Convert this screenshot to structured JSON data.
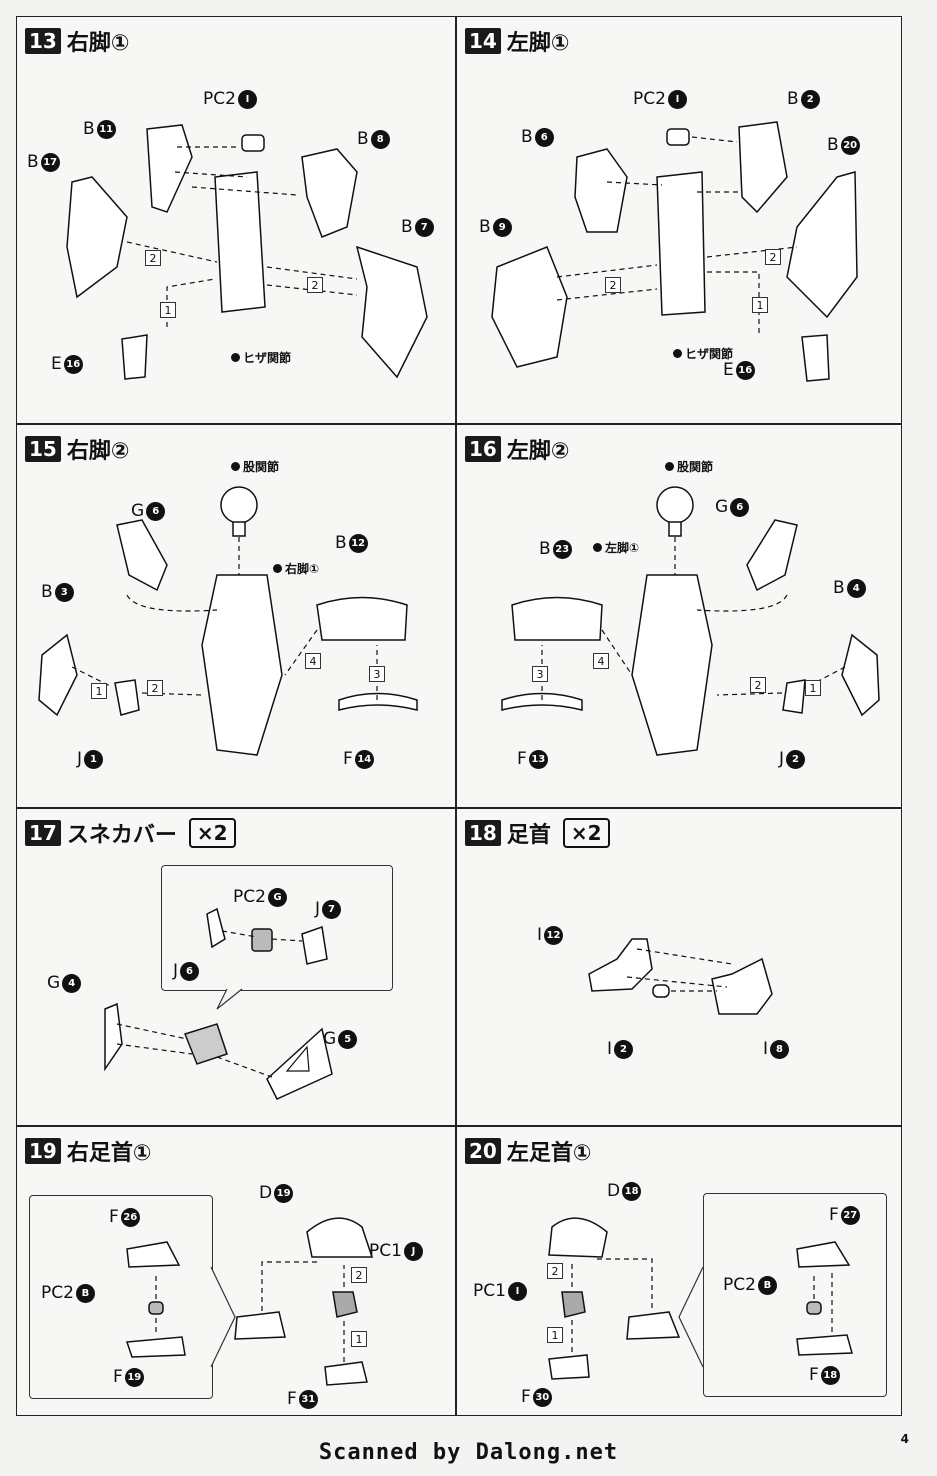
{
  "steps": [
    {
      "num": "13",
      "title": "右脚①",
      "note": "ヒザ関節",
      "labels": [
        {
          "p": "PC2",
          "n": "I"
        },
        {
          "p": "B",
          "n": "11"
        },
        {
          "p": "B",
          "n": "8"
        },
        {
          "p": "B",
          "n": "17"
        },
        {
          "p": "B",
          "n": "7"
        },
        {
          "p": "E",
          "n": "16"
        }
      ],
      "seq": [
        "2",
        "2",
        "1"
      ]
    },
    {
      "num": "14",
      "title": "左脚①",
      "note": "ヒザ関節",
      "labels": [
        {
          "p": "PC2",
          "n": "I"
        },
        {
          "p": "B",
          "n": "2"
        },
        {
          "p": "B",
          "n": "6"
        },
        {
          "p": "B",
          "n": "20"
        },
        {
          "p": "B",
          "n": "9"
        },
        {
          "p": "E",
          "n": "16"
        }
      ],
      "seq": [
        "2",
        "2",
        "1"
      ]
    },
    {
      "num": "15",
      "title": "右脚②",
      "note": "股関節",
      "note2": "右脚①",
      "labels": [
        {
          "p": "G",
          "n": "6"
        },
        {
          "p": "B",
          "n": "12"
        },
        {
          "p": "B",
          "n": "3"
        },
        {
          "p": "J",
          "n": "1"
        },
        {
          "p": "F",
          "n": "14"
        }
      ],
      "seq": [
        "4",
        "3",
        "1",
        "2"
      ]
    },
    {
      "num": "16",
      "title": "左脚②",
      "note": "股関節",
      "note2": "左脚①",
      "labels": [
        {
          "p": "G",
          "n": "6"
        },
        {
          "p": "B",
          "n": "23"
        },
        {
          "p": "B",
          "n": "4"
        },
        {
          "p": "F",
          "n": "13"
        },
        {
          "p": "J",
          "n": "2"
        }
      ],
      "seq": [
        "3",
        "4",
        "2",
        "1"
      ]
    },
    {
      "num": "17",
      "title": "スネカバー",
      "mult": "×2",
      "labels": [
        {
          "p": "PC2",
          "n": "G"
        },
        {
          "p": "J",
          "n": "7"
        },
        {
          "p": "J",
          "n": "6"
        },
        {
          "p": "G",
          "n": "4"
        },
        {
          "p": "G",
          "n": "5"
        }
      ]
    },
    {
      "num": "18",
      "title": "足首",
      "mult": "×2",
      "labels": [
        {
          "p": "I",
          "n": "12"
        },
        {
          "p": "I",
          "n": "2"
        },
        {
          "p": "I",
          "n": "8"
        }
      ]
    },
    {
      "num": "19",
      "title": "右足首①",
      "labels": [
        {
          "p": "F",
          "n": "26"
        },
        {
          "p": "PC2",
          "n": "B"
        },
        {
          "p": "F",
          "n": "19"
        },
        {
          "p": "D",
          "n": "19"
        },
        {
          "p": "PC1",
          "n": "J"
        },
        {
          "p": "F",
          "n": "31"
        }
      ],
      "seq": [
        "2",
        "1"
      ]
    },
    {
      "num": "20",
      "title": "左足首①",
      "labels": [
        {
          "p": "D",
          "n": "18"
        },
        {
          "p": "PC1",
          "n": "I"
        },
        {
          "p": "F",
          "n": "30"
        },
        {
          "p": "F",
          "n": "27"
        },
        {
          "p": "PC2",
          "n": "B"
        },
        {
          "p": "F",
          "n": "18"
        }
      ],
      "seq": [
        "2",
        "1"
      ]
    }
  ],
  "footer": "Scanned by Dalong.net",
  "page_number": "4"
}
